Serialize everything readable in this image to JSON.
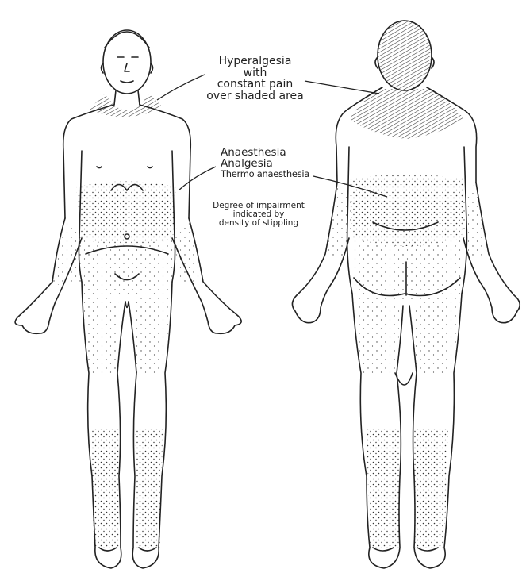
{
  "labels": {
    "hyperalgesia": [
      "Hyperalgesia with",
      "constant pain",
      "over shaded area"
    ],
    "sensory_loss": [
      "Anaesthesia",
      "Analgesia",
      "Thermo anaesthesia"
    ],
    "note": [
      "Degree of impairment",
      "indicated by",
      "density of stippling"
    ]
  },
  "colors": {
    "ink": "#222222",
    "paper": "#ffffff"
  }
}
